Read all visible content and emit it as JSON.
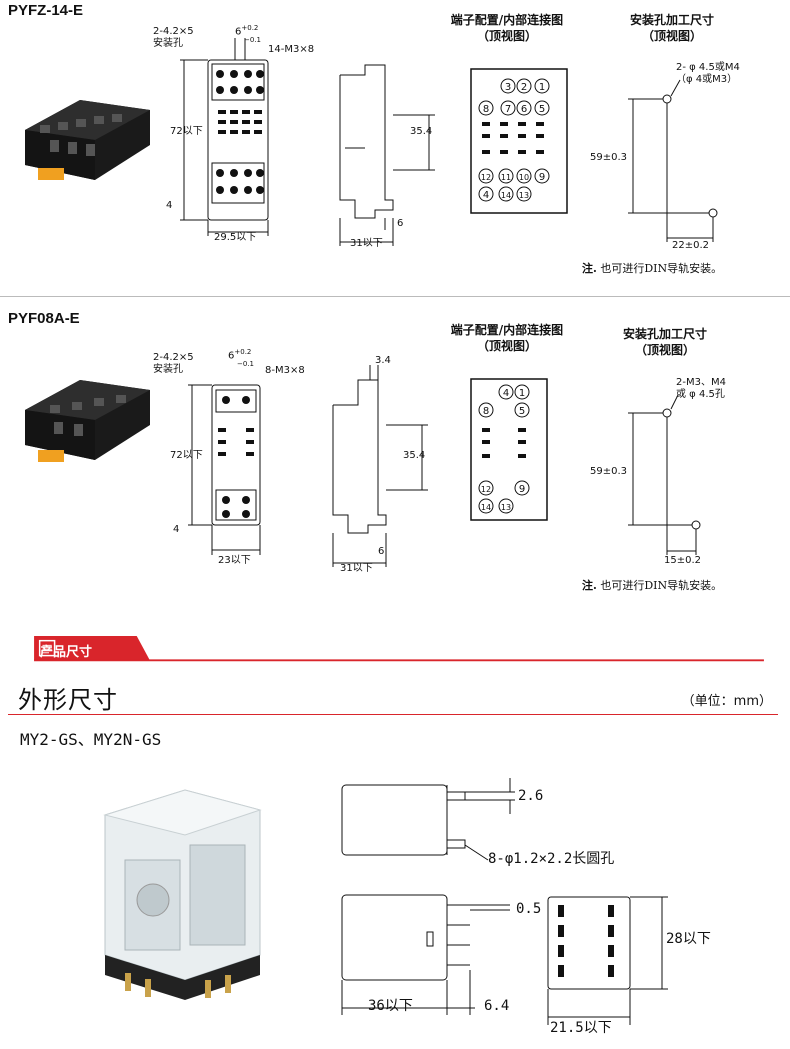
{
  "section1": {
    "model": "PYFZ-14-E",
    "hole_label_line1": "2-4.2×5",
    "hole_label_line2": "安装孔",
    "pitch_label": "6",
    "pitch_tol_plus": "+0.2",
    "pitch_tol_minus": "−0.1",
    "screw_label": "14-M3×8",
    "height_label": "72以下",
    "offset_label": "4",
    "width_label": "29.5以下",
    "side_dim": "35.4",
    "side_foot": "6",
    "side_depth": "31以下",
    "terminal_title_line1": "端子配置/内部连接图",
    "terminal_title_line2": "（顶视图）",
    "terminals": [
      "3",
      "2",
      "1",
      "8",
      "7",
      "6",
      "5",
      "12",
      "11",
      "10",
      "9",
      "4",
      "14",
      "13"
    ],
    "mount_title_line1": "安装孔加工尺寸",
    "mount_title_line2": "（顶视图）",
    "mount_hole_line1": "2- φ 4.5或M4",
    "mount_hole_line2": "（φ 4或M3）",
    "mount_v": "59±0.3",
    "mount_h": "22±0.2",
    "note_bold": "注.",
    "note_text": " 也可进行DIN导轨安装。"
  },
  "section2": {
    "model": "PYF08A-E",
    "hole_label_line1": "2-4.2×5",
    "hole_label_line2": "安装孔",
    "pitch_label": "6",
    "pitch_tol_plus": "+0.2",
    "pitch_tol_minus": "−0.1",
    "screw_label": "8-M3×8",
    "height_label": "72以下",
    "offset_label": "4",
    "width_label": "23以下",
    "side_top": "3.4",
    "side_dim": "35.4",
    "side_foot": "6",
    "side_depth": "31以下",
    "terminal_title_line1": "端子配置/内部连接图",
    "terminal_title_line2": "（顶视图）",
    "terminals": [
      "4",
      "1",
      "8",
      "5",
      "12",
      "9",
      "14",
      "13"
    ],
    "mount_title_line1": "安装孔加工尺寸",
    "mount_title_line2": "（顶视图）",
    "mount_hole_line1": "2-M3、M4",
    "mount_hole_line2": "或 φ 4.5孔",
    "mount_v": "59±0.3",
    "mount_h": "15±0.2",
    "note_bold": "注.",
    "note_text": " 也可进行DIN导轨安装。"
  },
  "section3": {
    "banner": "产品尺寸",
    "heading": "外形尺寸",
    "unit": "（单位：mm）",
    "model": "MY2-GS、MY2N-GS",
    "dim_top": "2.6",
    "hole_label": "8-φ1.2×2.2长圆孔",
    "dim_pin": "0.5",
    "dim_height": "28以下",
    "dim_length": "36以下",
    "dim_pin_len": "6.4",
    "dim_width": "21.5以下"
  },
  "colors": {
    "accent": "#d9252b",
    "line": "#111111"
  }
}
